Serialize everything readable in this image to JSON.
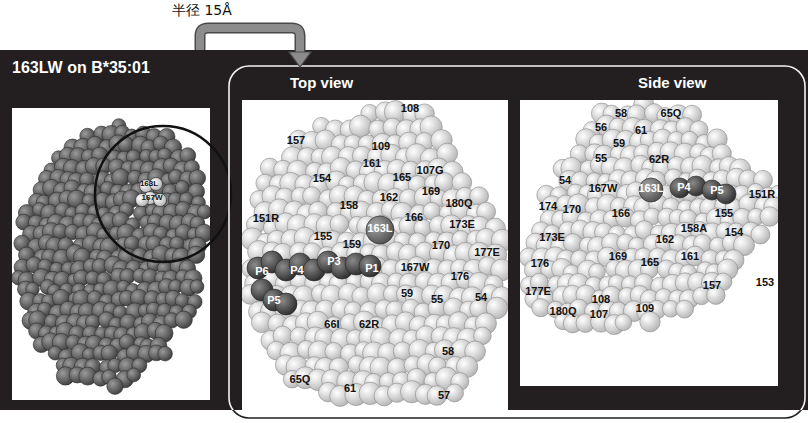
{
  "diagram": {
    "nodes": [
      {
        "text": [
          "163LW on B*35:01"
        ]
      },
      {
        "text": [
          "Top view"
        ]
      },
      {
        "text": [
          "Side view"
        ]
      }
    ],
    "edges": [
      {
        "from": 0,
        "to": 1,
        "arrow": "to",
        "label": "半径 15Å"
      }
    ],
    "labels": [
      "163L",
      "167W",
      "108",
      "157",
      "109",
      "161",
      "107G",
      "165",
      "169",
      "154",
      "162",
      "180Q",
      "151R",
      "158",
      "166",
      "173E",
      "155",
      "159",
      "163L",
      "170",
      "177E",
      "P3",
      "167W",
      "176",
      "P6",
      "P4",
      "P1",
      "59",
      "54",
      "P5",
      "66I",
      "62R",
      "55",
      "58",
      "65Q",
      "61",
      "57",
      "58",
      "65Q",
      "56",
      "61",
      "59",
      "62R",
      "55",
      "54",
      "167W",
      "163L",
      "P4",
      "P5",
      "151R",
      "174",
      "170",
      "166",
      "155",
      "154",
      "173E",
      "162",
      "158A",
      "169",
      "161",
      "176",
      "165",
      "157",
      "153",
      "177E",
      "180Q",
      "108",
      "109",
      "107"
    ]
  }
}
